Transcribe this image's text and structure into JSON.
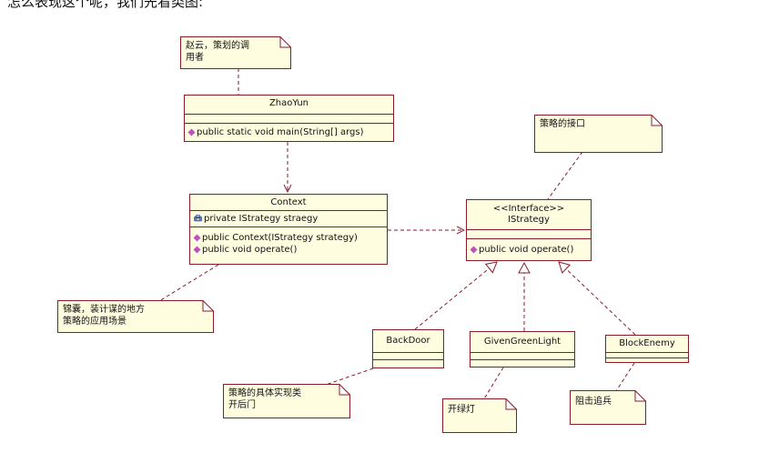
{
  "top_text": "怎么表现这个呢，我们先看类图:",
  "notes": {
    "zhaoyun": "赵云，策划的调\n用者",
    "interface": "策略的接口",
    "context": "锦囊，装计谋的地方\n策略的应用场景",
    "impl": "策略的具体实现类\n开后门",
    "green": "开绿灯",
    "block": "阻击追兵"
  },
  "classes": {
    "zhaoyun": {
      "name": "ZhaoYun",
      "methods": [
        "public static void main(String[] args)"
      ]
    },
    "context": {
      "name": "Context",
      "attributes": [
        "private IStrategy straegy"
      ],
      "methods": [
        "public Context(IStrategy strategy)",
        "public void operate()"
      ]
    },
    "istrategy": {
      "stereotype": "<<Interface>>",
      "name": "IStrategy",
      "methods": [
        "public void operate()"
      ]
    },
    "backdoor": {
      "name": "BackDoor"
    },
    "givengreenlight": {
      "name": "GivenGreenLight"
    },
    "blockenemy": {
      "name": "BlockEnemy"
    }
  },
  "colors": {
    "border": "#8b1a2b",
    "fill": "#fffde0",
    "public_icon": "#c04fbf"
  }
}
